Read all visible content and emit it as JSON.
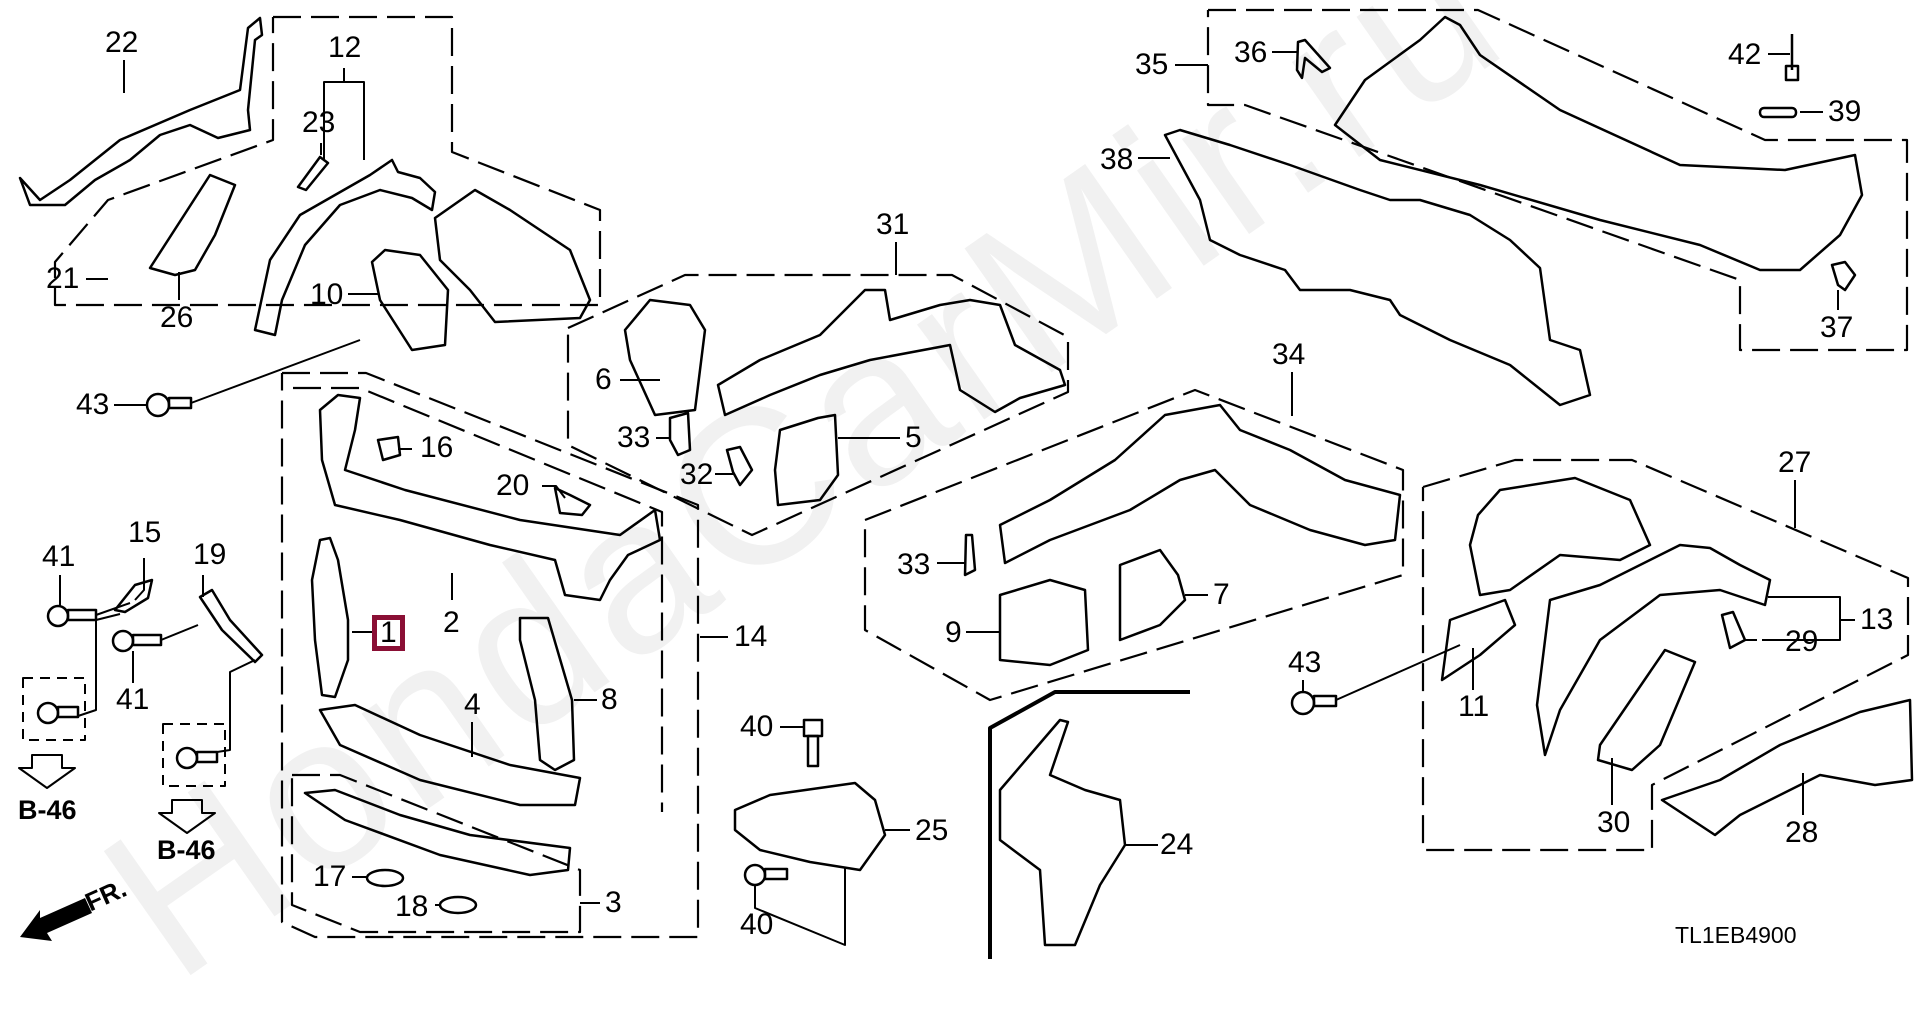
{
  "diagram": {
    "title": "Front Bulkhead / Dashboard / Front Wheelhouse Parts Diagram",
    "diagram_code": "TL1EB4900",
    "watermark": "HondaCarMir.ru",
    "highlight_color": "#8a0f35",
    "highlighted_part": "1",
    "direction_indicator": "FR.",
    "reference_labels": [
      "B-46",
      "B-46"
    ],
    "callouts": [
      {
        "id": "c22",
        "label": "22"
      },
      {
        "id": "c12",
        "label": "12"
      },
      {
        "id": "c23",
        "label": "23"
      },
      {
        "id": "c21",
        "label": "21"
      },
      {
        "id": "c26",
        "label": "26"
      },
      {
        "id": "c10",
        "label": "10"
      },
      {
        "id": "c43a",
        "label": "43"
      },
      {
        "id": "c16",
        "label": "16"
      },
      {
        "id": "c20",
        "label": "20"
      },
      {
        "id": "c2",
        "label": "2"
      },
      {
        "id": "c1",
        "label": "1"
      },
      {
        "id": "c14",
        "label": "14"
      },
      {
        "id": "c8",
        "label": "8"
      },
      {
        "id": "c4",
        "label": "4"
      },
      {
        "id": "c3",
        "label": "3"
      },
      {
        "id": "c17",
        "label": "17"
      },
      {
        "id": "c18",
        "label": "18"
      },
      {
        "id": "c41a",
        "label": "41"
      },
      {
        "id": "c15",
        "label": "15"
      },
      {
        "id": "c19",
        "label": "19"
      },
      {
        "id": "c41b",
        "label": "41"
      },
      {
        "id": "c31",
        "label": "31"
      },
      {
        "id": "c6",
        "label": "6"
      },
      {
        "id": "c33a",
        "label": "33"
      },
      {
        "id": "c32",
        "label": "32"
      },
      {
        "id": "c5",
        "label": "5"
      },
      {
        "id": "c34",
        "label": "34"
      },
      {
        "id": "c33b",
        "label": "33"
      },
      {
        "id": "c9",
        "label": "9"
      },
      {
        "id": "c7",
        "label": "7"
      },
      {
        "id": "c40a",
        "label": "40"
      },
      {
        "id": "c25",
        "label": "25"
      },
      {
        "id": "c40b",
        "label": "40"
      },
      {
        "id": "c24",
        "label": "24"
      },
      {
        "id": "c35",
        "label": "35"
      },
      {
        "id": "c36",
        "label": "36"
      },
      {
        "id": "c42",
        "label": "42"
      },
      {
        "id": "c39",
        "label": "39"
      },
      {
        "id": "c38",
        "label": "38"
      },
      {
        "id": "c37",
        "label": "37"
      },
      {
        "id": "c27",
        "label": "27"
      },
      {
        "id": "c43b",
        "label": "43"
      },
      {
        "id": "c11",
        "label": "11"
      },
      {
        "id": "c13",
        "label": "13"
      },
      {
        "id": "c29",
        "label": "29"
      },
      {
        "id": "c30",
        "label": "30"
      },
      {
        "id": "c28",
        "label": "28"
      }
    ]
  }
}
